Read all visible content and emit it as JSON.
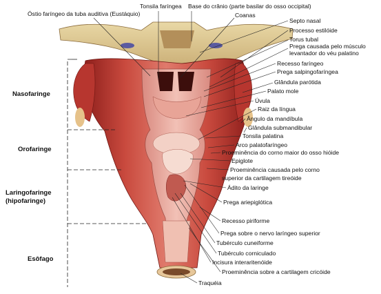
{
  "regions": {
    "nasofaringe": "Nasofaringe",
    "orofaringe": "Orofaringe",
    "laringofaringe_1": "Laringofaringe",
    "laringofaringe_2": "(hipofaringe)",
    "esofago": "Esôfago"
  },
  "top_labels": {
    "ostio": "Óstio faríngeo da tuba auditiva (Eustáquio)",
    "tonsila_faringea": "Tonsila faríngea",
    "base_cranio": "Base do crânio (parte basilar do osso occipital)",
    "coanas": "Coanas"
  },
  "right_labels": {
    "septo": "Septo nasal",
    "estiloide": "Processo estilóide",
    "torus": "Torus tubal",
    "prega_musculo_1": "Prega causada pelo músculo",
    "prega_musculo_2": "levantador do véu palatino",
    "recesso_faringeo": "Recesso faríngeo",
    "salpingo": "Prega salpingofaríngea",
    "parotida": "Glândula parótida",
    "palato": "Palato mole",
    "uvula": "Úvula",
    "raiz_lingua": "Raiz da língua",
    "angulo": "Ângulo da mandíbula",
    "submandibular": "Glândula submandibular",
    "tonsila_palatina": "Tonsila palatina",
    "arco": "Arco palatofaríngeo",
    "corno_maior": "Proeminência do corno maior do osso hióide",
    "epiglote": "Epiglote",
    "corno_superior_1": "Proeminência causada pelo corno",
    "corno_superior_2": "superior da cartilagem tireóide",
    "adito": "Ádito da laringe",
    "ariepiglotica": "Prega ariepiglótica",
    "piriforme": "Recesso piriforme",
    "nervo": "Prega sobre o nervo laríngeo superior",
    "cuneiforme": "Tubérculo cuneiforme",
    "corniculado": "Tubérculo corniculado",
    "interaritenoide": "Incisura interaritenóide",
    "cricoide": "Proeminência sobre a cartilagem cricóide",
    "traqueia": "Traquéia"
  }
}
